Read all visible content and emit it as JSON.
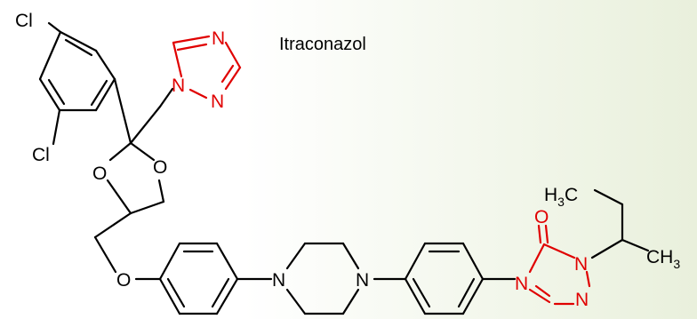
{
  "title": "Itraconazol",
  "atoms": {
    "cl_top": "Cl",
    "cl_left": "Cl",
    "triazole_n1": "N",
    "triazole_n2": "N",
    "triazole_n4": "N",
    "dioxolane_o1": "O",
    "dioxolane_o2": "O",
    "ether_o": "O",
    "piperazine_n1": "N",
    "piperazine_n2": "N",
    "carbonyl_o": "O",
    "triazolone_n4": "N",
    "triazolone_n1": "N",
    "triazolone_n2": "N",
    "ch3_top": "H3C",
    "ch3_right": "CH3"
  },
  "colors": {
    "heteroatom_red": "#e00000",
    "bond_black": "#000000"
  }
}
